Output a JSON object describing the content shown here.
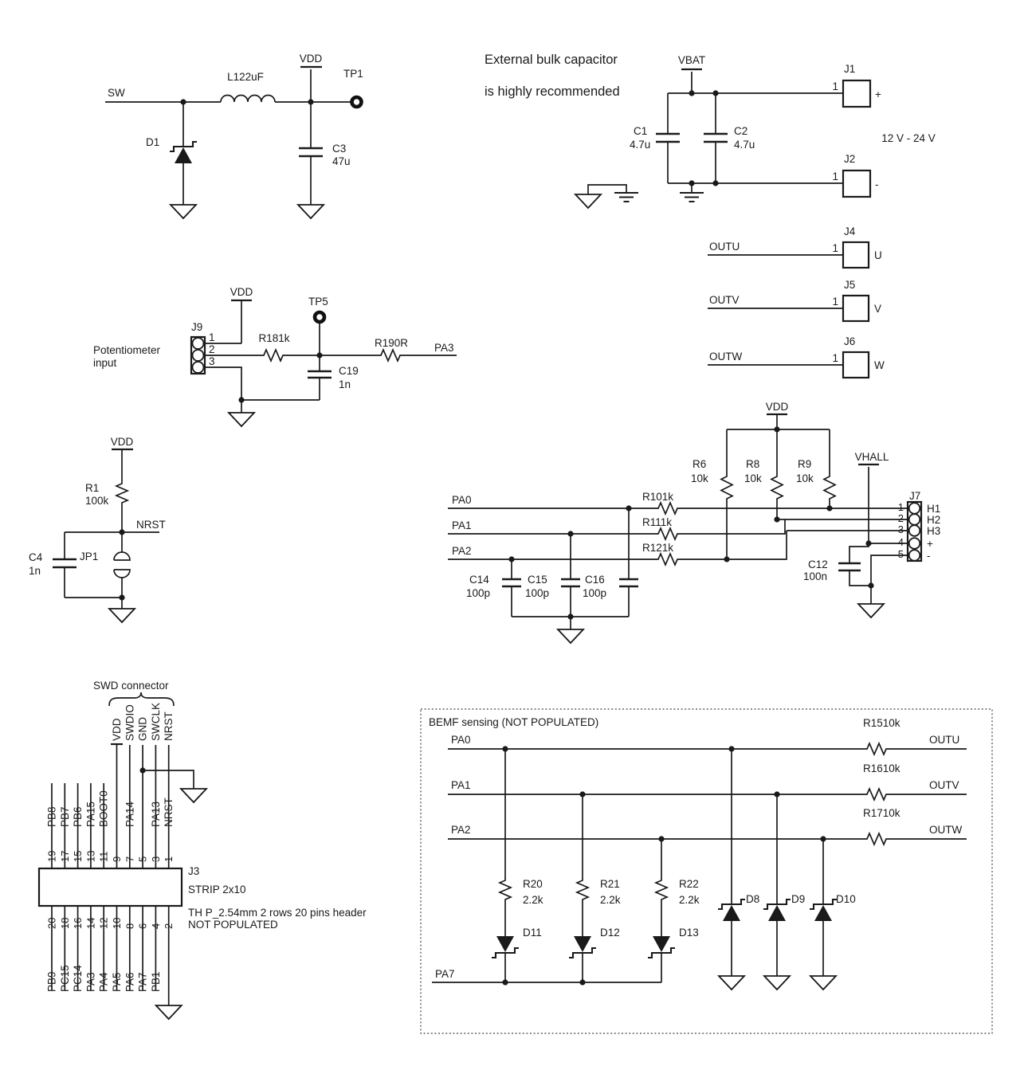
{
  "buck": {
    "sw": "SW",
    "vdd": "VDD",
    "l1": "L122uF",
    "tp1": "TP1",
    "d1": "D1",
    "c3": "C3",
    "c3_val": "47u"
  },
  "bulk": {
    "note1": "External bulk capacitor",
    "note2": "is highly recommended",
    "vbat": "VBAT",
    "c1": "C1",
    "c1_val": "4.7u",
    "c2": "C2",
    "c2_val": "4.7u",
    "j1": "J1",
    "j1_pin": "1",
    "j1_sign": "+",
    "j2": "J2",
    "j2_pin": "1",
    "j2_sign": "-",
    "range": "12 V - 24 V"
  },
  "phase": {
    "outu": "OUTU",
    "outv": "OUTV",
    "outw": "OUTW",
    "j4": "J4",
    "j5": "J5",
    "j6": "J6",
    "u": "U",
    "v": "V",
    "w": "W",
    "j4_pin": "1",
    "j5_pin": "1",
    "j6_pin": "1"
  },
  "pot": {
    "line1": "Potentiometer",
    "line2": "input",
    "j9": "J9",
    "pin1": "1",
    "pin2": "2",
    "pin3": "3",
    "vdd": "VDD",
    "r18": "R181k",
    "tp5": "TP5",
    "r19": "R190R",
    "pa3": "PA3",
    "c19": "C19",
    "c19_val": "1n"
  },
  "reset": {
    "vdd": "VDD",
    "r1": "R1",
    "r1_val": "100k",
    "nrst": "NRST",
    "c4": "C4",
    "c4_val": "1n",
    "jp1": "JP1"
  },
  "hall": {
    "vdd": "VDD",
    "vhall": "VHALL",
    "r6": "R6",
    "r6_val": "10k",
    "r8": "R8",
    "r8_val": "10k",
    "r9": "R9",
    "r9_val": "10k",
    "pa0": "PA0",
    "pa1": "PA1",
    "pa2": "PA2",
    "r10": "R101k",
    "r11": "R111k",
    "r12": "R121k",
    "c14": "C14",
    "c14_val": "100p",
    "c15": "C15",
    "c15_val": "100p",
    "c16": "C16",
    "c16_val": "100p",
    "c12": "C12",
    "c12_val": "100n",
    "j7": "J7",
    "p1": "1",
    "p2": "2",
    "p3": "3",
    "p4": "4",
    "p5": "5",
    "h1": "H1",
    "h2": "H2",
    "h3": "H3",
    "plus": "+",
    "minus": "-"
  },
  "swd": {
    "title": "SWD connector",
    "names": [
      "VDD",
      "SWDIO",
      "GND",
      "SWCLK",
      "NRST"
    ],
    "top_numbers": [
      "19",
      "17",
      "15",
      "13",
      "11",
      "9",
      "7",
      "5",
      "3",
      "1"
    ],
    "top_labels": [
      "PB8",
      "PB7",
      "PB6",
      "PA15",
      "BOOT0",
      "",
      "PA14",
      "",
      "PA13",
      "NRST"
    ],
    "bottom_numbers": [
      "20",
      "18",
      "16",
      "14",
      "12",
      "10",
      "8",
      "6",
      "4",
      "2"
    ],
    "bottom_labels": [
      "PB9",
      "PC15",
      "PC14",
      "PA3",
      "PA4",
      "PA5",
      "PA6",
      "PA7",
      "PB1",
      ""
    ],
    "j3": "J3",
    "j3_type": "STRIP 2x10",
    "j3_desc1": "TH P_2.54mm 2 rows 20 pins header",
    "j3_desc2": "NOT POPULATED"
  },
  "bemf": {
    "title": "BEMF sensing (NOT POPULATED)",
    "pa0": "PA0",
    "pa1": "PA1",
    "pa2": "PA2",
    "pa7": "PA7",
    "outu": "OUTU",
    "outv": "OUTV",
    "outw": "OUTW",
    "r15": "R1510k",
    "r16": "R1610k",
    "r17": "R1710k",
    "r20": "R20",
    "r20_val": "2.2k",
    "r21": "R21",
    "r21_val": "2.2k",
    "r22": "R22",
    "r22_val": "2.2k",
    "d8": "D8",
    "d9": "D9",
    "d10": "D10",
    "d11": "D11",
    "d12": "D12",
    "d13": "D13"
  }
}
